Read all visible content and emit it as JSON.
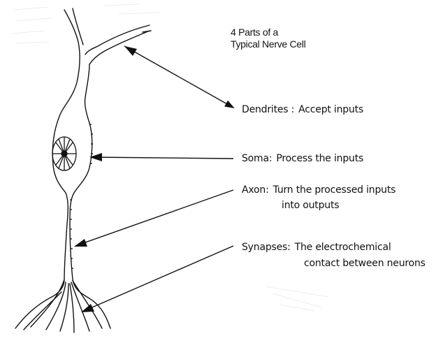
{
  "title": {
    "line1": "4 Parts of a",
    "line2": "Typical Nerve Cell"
  },
  "labels": {
    "dendrites": {
      "term": "Dendrites :",
      "desc": "Accept inputs"
    },
    "soma": {
      "term": "Soma:",
      "desc": "Process the inputs"
    },
    "axon": {
      "term": "Axon:",
      "desc": "Turn the processed inputs",
      "desc2": "into outputs"
    },
    "synapses": {
      "term": "Synapses:",
      "desc": "The electrochemical",
      "desc2": "contact between neurons"
    }
  },
  "colors": {
    "ink": "#111111",
    "background": "#ffffff",
    "faint": "#e6e6e6"
  }
}
